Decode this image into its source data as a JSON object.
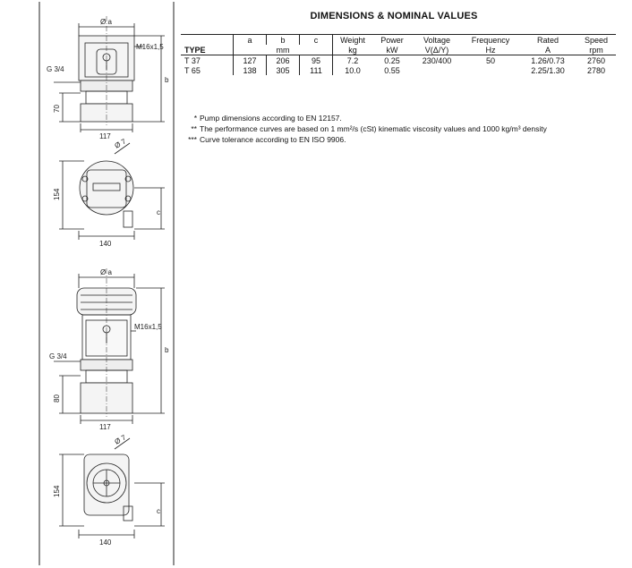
{
  "title": "DIMENSIONS & NOMINAL VALUES",
  "table": {
    "header_row1": [
      "",
      "a",
      "b",
      "c",
      "Weight",
      "Power",
      "Voltage",
      "Frequency",
      "Rated",
      "Speed"
    ],
    "header_row2": [
      "TYPE",
      "",
      "mm",
      "",
      "kg",
      "kW",
      "V(Δ/Y)",
      "Hz",
      "A",
      "rpm"
    ],
    "rows": [
      [
        "T 37",
        "127",
        "206",
        "95",
        "7.2",
        "0.25",
        "230/400",
        "50",
        "1.26/0.73",
        "2760"
      ],
      [
        "T 65",
        "138",
        "305",
        "111",
        "10.0",
        "0.55",
        "",
        "",
        "2.25/1.30",
        "2780"
      ]
    ]
  },
  "notes": [
    {
      "mark": "*",
      "text": "Pump dimensions according to EN 12157."
    },
    {
      "mark": "**",
      "text": "The performance curves are based on 1 mm²/s (cSt) kinematic viscosity values and 1000 kg/m³ density"
    },
    {
      "mark": "***",
      "text": "Curve tolerance according to EN ISO 9906."
    }
  ],
  "drawing": {
    "top": {
      "dia_a": "Ø a",
      "thread": "M16x1,5",
      "pipe": "G 3/4",
      "height_base": "70",
      "dim_b": "b",
      "width": "117"
    },
    "top_plan": {
      "dia_7": "Ø 7",
      "depth": "154",
      "dim_c": "c",
      "width": "140"
    },
    "bottom": {
      "dia_a": "Ø a",
      "thread": "M16x1,5",
      "pipe": "G 3/4",
      "height_base": "80",
      "dim_b": "b",
      "width": "117"
    },
    "bottom_plan": {
      "dia_7": "Ø 7",
      "depth": "154",
      "dim_c": "c",
      "width": "140"
    }
  }
}
